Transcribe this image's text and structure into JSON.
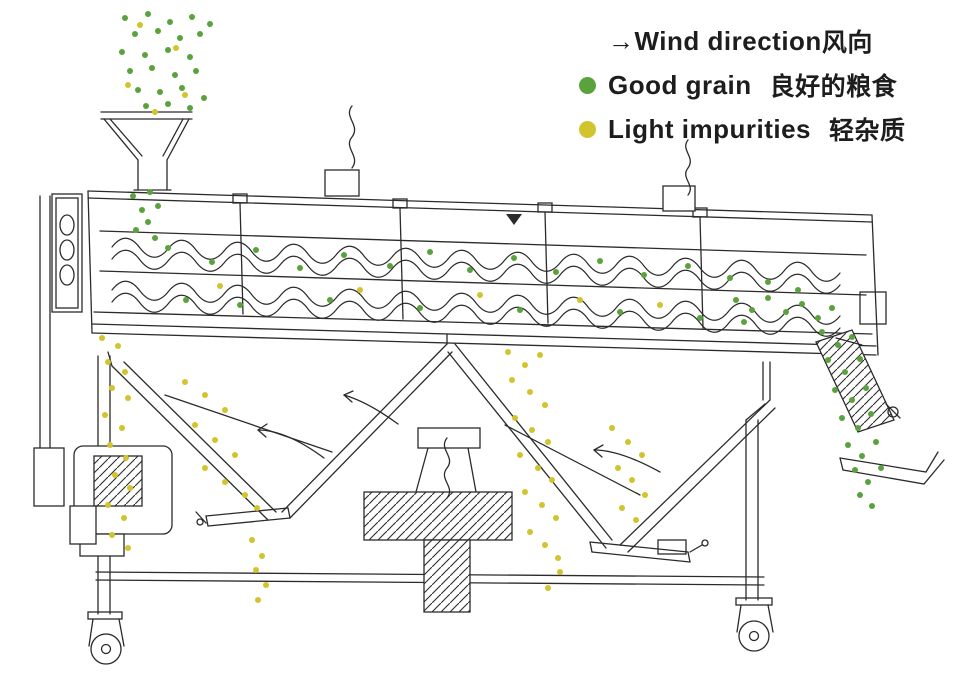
{
  "legend": {
    "wind": {
      "arrow": "→",
      "en": "Wind direction",
      "zh": "风向"
    },
    "good": {
      "en": "Good grain",
      "zh": "良好的粮食"
    },
    "impurity": {
      "en": "Light impurities",
      "zh": "轻杂质"
    }
  },
  "colors": {
    "good": "#5aa33c",
    "impurity": "#d2c42e",
    "line": "#2b2b2b"
  },
  "dots": {
    "good": [
      [
        125,
        18
      ],
      [
        148,
        14
      ],
      [
        170,
        22
      ],
      [
        192,
        17
      ],
      [
        210,
        24
      ],
      [
        135,
        34
      ],
      [
        158,
        31
      ],
      [
        180,
        38
      ],
      [
        200,
        34
      ],
      [
        122,
        52
      ],
      [
        145,
        55
      ],
      [
        168,
        50
      ],
      [
        190,
        57
      ],
      [
        130,
        71
      ],
      [
        152,
        68
      ],
      [
        175,
        75
      ],
      [
        196,
        71
      ],
      [
        138,
        90
      ],
      [
        160,
        92
      ],
      [
        182,
        88
      ],
      [
        146,
        106
      ],
      [
        168,
        104
      ],
      [
        190,
        108
      ],
      [
        204,
        98
      ],
      [
        133,
        196
      ],
      [
        150,
        192
      ],
      [
        142,
        210
      ],
      [
        158,
        206
      ],
      [
        148,
        222
      ],
      [
        136,
        230
      ],
      [
        155,
        238
      ],
      [
        168,
        248
      ],
      [
        212,
        262
      ],
      [
        256,
        250
      ],
      [
        300,
        268
      ],
      [
        344,
        255
      ],
      [
        390,
        266
      ],
      [
        430,
        252
      ],
      [
        470,
        270
      ],
      [
        514,
        258
      ],
      [
        556,
        272
      ],
      [
        600,
        261
      ],
      [
        644,
        275
      ],
      [
        688,
        266
      ],
      [
        730,
        278
      ],
      [
        768,
        282
      ],
      [
        798,
        290
      ],
      [
        186,
        300
      ],
      [
        240,
        305
      ],
      [
        330,
        300
      ],
      [
        420,
        308
      ],
      [
        520,
        310
      ],
      [
        620,
        312
      ],
      [
        700,
        318
      ],
      [
        744,
        322
      ],
      [
        736,
        300
      ],
      [
        752,
        310
      ],
      [
        768,
        298
      ],
      [
        786,
        312
      ],
      [
        802,
        304
      ],
      [
        818,
        318
      ],
      [
        832,
        308
      ],
      [
        822,
        332
      ],
      [
        838,
        345
      ],
      [
        852,
        337
      ],
      [
        828,
        360
      ],
      [
        845,
        372
      ],
      [
        860,
        359
      ],
      [
        835,
        390
      ],
      [
        852,
        400
      ],
      [
        866,
        388
      ],
      [
        842,
        418
      ],
      [
        858,
        428
      ],
      [
        871,
        414
      ],
      [
        848,
        445
      ],
      [
        862,
        456
      ],
      [
        876,
        442
      ],
      [
        855,
        470
      ],
      [
        868,
        482
      ],
      [
        881,
        468
      ],
      [
        860,
        495
      ],
      [
        872,
        506
      ]
    ],
    "impurity": [
      [
        140,
        25
      ],
      [
        176,
        48
      ],
      [
        128,
        85
      ],
      [
        185,
        95
      ],
      [
        155,
        112
      ],
      [
        102,
        338
      ],
      [
        118,
        346
      ],
      [
        108,
        362
      ],
      [
        125,
        372
      ],
      [
        112,
        388
      ],
      [
        128,
        398
      ],
      [
        105,
        415
      ],
      [
        122,
        428
      ],
      [
        110,
        445
      ],
      [
        126,
        458
      ],
      [
        115,
        475
      ],
      [
        130,
        488
      ],
      [
        108,
        505
      ],
      [
        124,
        518
      ],
      [
        112,
        535
      ],
      [
        128,
        548
      ],
      [
        185,
        382
      ],
      [
        205,
        395
      ],
      [
        225,
        410
      ],
      [
        195,
        425
      ],
      [
        215,
        440
      ],
      [
        235,
        455
      ],
      [
        205,
        468
      ],
      [
        225,
        482
      ],
      [
        245,
        495
      ],
      [
        257,
        508
      ],
      [
        508,
        352
      ],
      [
        525,
        365
      ],
      [
        540,
        355
      ],
      [
        512,
        380
      ],
      [
        530,
        392
      ],
      [
        545,
        405
      ],
      [
        515,
        418
      ],
      [
        532,
        430
      ],
      [
        548,
        442
      ],
      [
        520,
        455
      ],
      [
        538,
        468
      ],
      [
        552,
        480
      ],
      [
        525,
        492
      ],
      [
        542,
        505
      ],
      [
        556,
        518
      ],
      [
        530,
        532
      ],
      [
        545,
        545
      ],
      [
        558,
        558
      ],
      [
        252,
        540
      ],
      [
        262,
        556
      ],
      [
        256,
        570
      ],
      [
        266,
        585
      ],
      [
        258,
        600
      ],
      [
        612,
        428
      ],
      [
        628,
        442
      ],
      [
        642,
        455
      ],
      [
        618,
        468
      ],
      [
        632,
        480
      ],
      [
        645,
        495
      ],
      [
        622,
        508
      ],
      [
        636,
        520
      ],
      [
        220,
        286
      ],
      [
        360,
        290
      ],
      [
        480,
        295
      ],
      [
        580,
        300
      ],
      [
        660,
        305
      ],
      [
        560,
        572
      ],
      [
        548,
        588
      ]
    ]
  }
}
